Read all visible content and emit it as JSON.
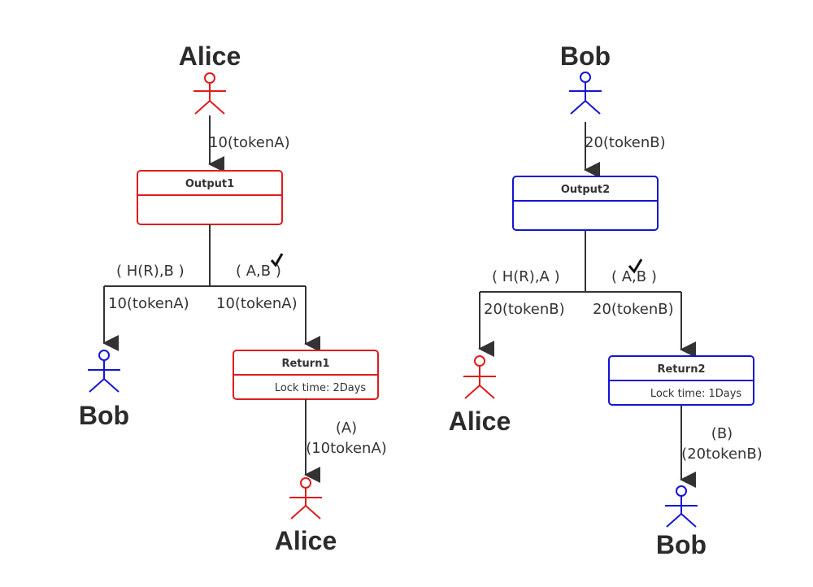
{
  "colors": {
    "alice": "#e01b1b",
    "bob": "#1414d4",
    "line": "#333333",
    "text": "#2b2b2b"
  },
  "left": {
    "top_actor": "Alice",
    "deposit_label": "10(tokenA)",
    "box": {
      "title": "Output1",
      "body": ""
    },
    "condition_left": "( H(R),B )",
    "condition_right": "( A,B )",
    "branch_left_amount": "10(tokenA)",
    "branch_right_amount": "10(tokenA)",
    "left_actor": "Bob",
    "return_box": {
      "title": "Return1",
      "body": "Lock time: 2Days"
    },
    "return_condition": "(A)",
    "return_amount": "(10tokenA)",
    "bottom_actor": "Alice"
  },
  "right": {
    "top_actor": "Bob",
    "deposit_label": "20(tokenB)",
    "box": {
      "title": "Output2",
      "body": ""
    },
    "condition_left": "( H(R),A )",
    "condition_right": "( A,B )",
    "branch_left_amount": "20(tokenB)",
    "branch_right_amount": "20(tokenB)",
    "left_actor": "Alice",
    "return_box": {
      "title": "Return2",
      "body": "Lock time: 1Days"
    },
    "return_condition": "(B)",
    "return_amount": "(20tokenB)",
    "bottom_actor": "Bob"
  }
}
